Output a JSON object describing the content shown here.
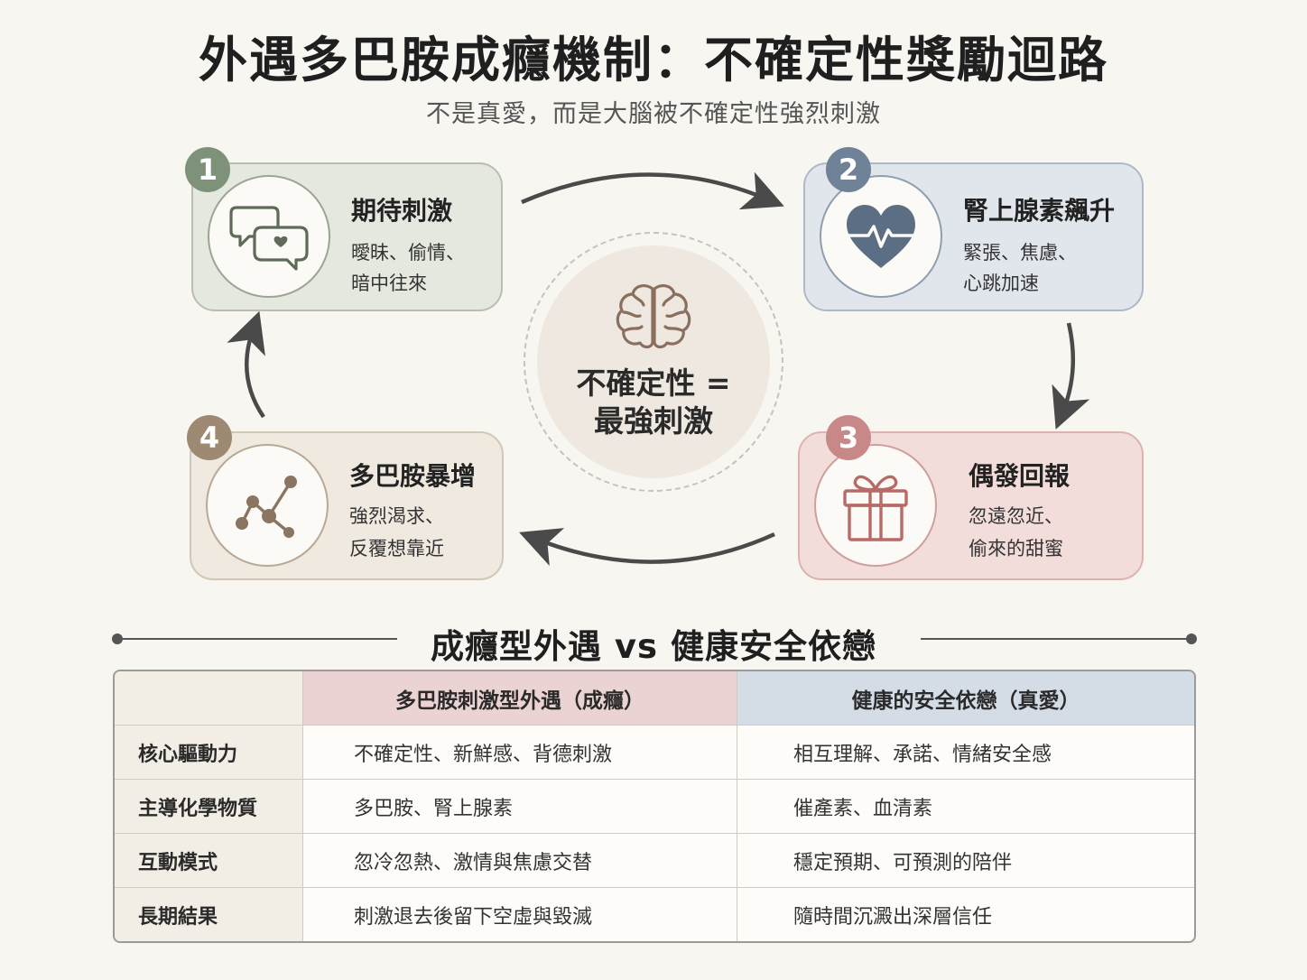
{
  "title": "外遇多巴胺成癮機制：不確定性獎勵迴路",
  "subtitle": "不是真愛，而是大腦被不確定性強烈刺激",
  "center": {
    "line1": "不確定性 =",
    "line2": "最強刺激",
    "icon": "brain-icon"
  },
  "steps": [
    {
      "number": "1",
      "title": "期待刺激",
      "line1": "曖昧、偷情、",
      "line2": "暗中往來",
      "icon": "chat-bubbles-icon",
      "color": "#7e9279"
    },
    {
      "number": "2",
      "title": "腎上腺素飆升",
      "line1": "緊張、焦慮、",
      "line2": "心跳加速",
      "icon": "heart-pulse-icon",
      "color": "#6f8297"
    },
    {
      "number": "3",
      "title": "偶發回報",
      "line1": "忽遠忽近、",
      "line2": "偷來的甜蜜",
      "icon": "gift-icon",
      "color": "#c98888"
    },
    {
      "number": "4",
      "title": "多巴胺暴增",
      "line1": "強烈渴求、",
      "line2": "反覆想靠近",
      "icon": "molecule-icon",
      "color": "#9e8a73"
    }
  ],
  "comparison": {
    "title": "成癮型外遇 vs 健康安全依戀",
    "col_a": "多巴胺刺激型外遇（成癮）",
    "col_b": "健康的安全依戀（真愛）",
    "rows": [
      {
        "label": "核心驅動力",
        "a": "不確定性、新鮮感、背德刺激",
        "b": "相互理解、承諾、情緒安全感"
      },
      {
        "label": "主導化學物質",
        "a": "多巴胺、腎上腺素",
        "b": "催產素、血清素"
      },
      {
        "label": "互動模式",
        "a": "忽冷忽熱、激情與焦慮交替",
        "b": "穩定預期、可預測的陪伴"
      },
      {
        "label": "長期結果",
        "a": "刺激退去後留下空虛與毀滅",
        "b": "隨時間沉澱出深層信任"
      }
    ]
  }
}
